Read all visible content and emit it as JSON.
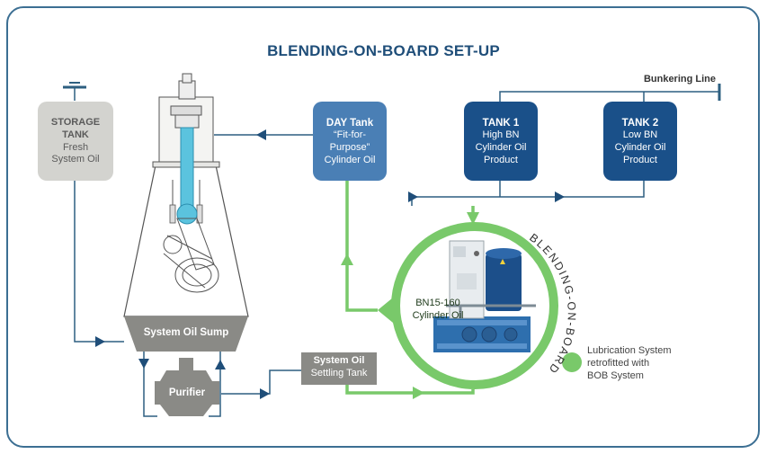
{
  "title": "BLENDING-ON-BOARD SET-UP",
  "bunkering_line": "Bunkering Line",
  "storage_tank": {
    "title": "STORAGE TANK",
    "sub1": "Fresh",
    "sub2": "System Oil"
  },
  "day_tank": {
    "title": "DAY Tank",
    "sub1": "“Fit-for-",
    "sub2": "Purpose”",
    "sub3": "Cylinder Oil"
  },
  "tank1": {
    "title": "TANK 1",
    "sub1": "High BN",
    "sub2": "Cylinder Oil",
    "sub3": "Product"
  },
  "tank2": {
    "title": "TANK 2",
    "sub1": "Low BN",
    "sub2": "Cylinder Oil",
    "sub3": "Product"
  },
  "bn_arrow": {
    "line1": "BN15-160",
    "line2": "Cylinder Oil"
  },
  "system_oil_sump": "System Oil Sump",
  "purifier": "Purifier",
  "settling_tank": {
    "title": "System Oil",
    "sub": "Settling Tank"
  },
  "bob_ring_label": "BLENDING-ON-BOARD",
  "legend": {
    "line1": "Lubrication System",
    "line2": "retrofitted with",
    "line3": "BOB System"
  },
  "colors": {
    "navy": "#1f4e79",
    "dark_blue": "#1a5089",
    "mid_blue": "#4a7fb5",
    "grey_box": "#d3d3cf",
    "grey_dark": "#8a8a86",
    "green": "#79c96a",
    "line": "#2d5f80"
  }
}
